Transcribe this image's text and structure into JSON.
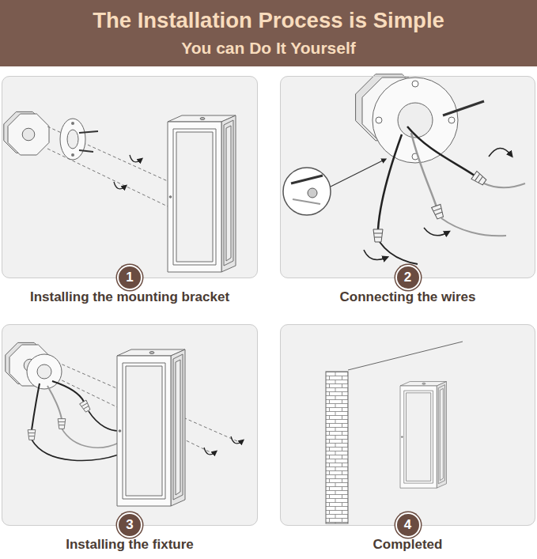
{
  "diagram": {
    "title": "The Installation Process is Simple",
    "nodes": [
      {
        "text": [
          "Installing the mounting bracket"
        ]
      },
      {
        "text": [
          "1"
        ],
        "in": 0
      },
      {
        "text": [
          "Connecting the wires"
        ]
      },
      {
        "text": [
          "2"
        ],
        "in": 2
      },
      {
        "text": [
          "Installing the fixture"
        ]
      },
      {
        "text": [
          "3"
        ],
        "in": 4
      },
      {
        "text": [
          "Completed"
        ]
      },
      {
        "text": [
          "4"
        ],
        "in": 6
      }
    ],
    "labels": [
      "You can Do It Yourself"
    ]
  }
}
